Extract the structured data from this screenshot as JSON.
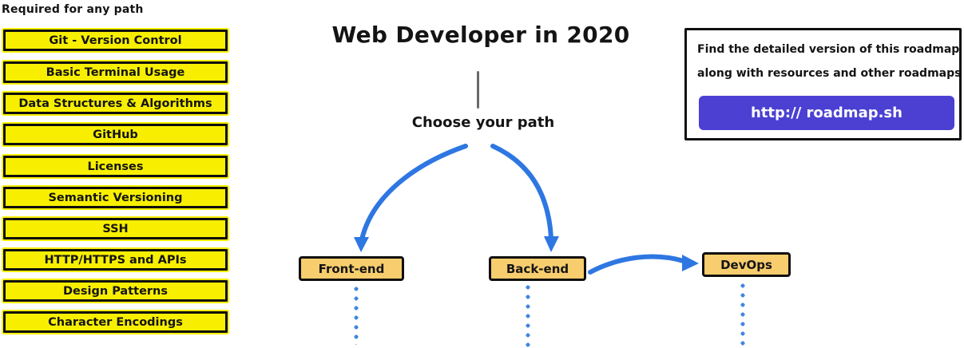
{
  "sidebar": {
    "heading": "Required for any path",
    "items": [
      {
        "label": "Git - Version Control"
      },
      {
        "label": "Basic Terminal Usage"
      },
      {
        "label": "Data Structures & Algorithms"
      },
      {
        "label": "GitHub"
      },
      {
        "label": "Licenses"
      },
      {
        "label": "Semantic Versioning"
      },
      {
        "label": "SSH"
      },
      {
        "label": "HTTP/HTTPS and APIs"
      },
      {
        "label": "Design Patterns"
      },
      {
        "label": "Character Encodings"
      }
    ]
  },
  "center": {
    "title": "Web Developer in 2020",
    "choose_label": "Choose your path",
    "paths": [
      {
        "label": "Front-end"
      },
      {
        "label": "Back-end"
      },
      {
        "label": "DevOps"
      }
    ]
  },
  "info": {
    "line1": "Find the detailed version of this roadmap",
    "line2": "along with resources and other roadmaps",
    "button_label": "http:// roadmap.sh"
  },
  "colors": {
    "highlight_yellow": "#f8ef00",
    "node_orange": "#f8cd6d",
    "arrow_blue": "#2e77e2",
    "button_purple": "#4b40d2"
  }
}
